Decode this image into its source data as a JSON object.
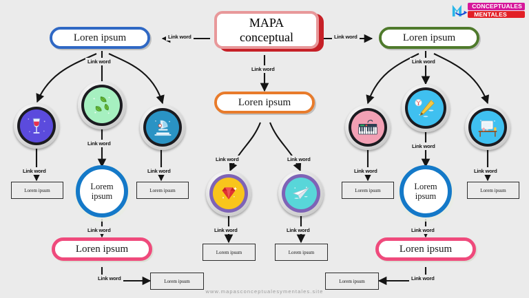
{
  "page": {
    "background_color": "#ebebeb",
    "footer_text": "www.mapasconceptualesymentales.site"
  },
  "logo": {
    "letter": "M",
    "line1": "CONCEPTUALES",
    "line2": "MENTALES",
    "color_m": "#29b6e8",
    "color_arrow": "#1b4fd6",
    "color_line1_bg": "#d6179a",
    "color_line2_bg": "#e21f26"
  },
  "title": {
    "line1": "MAPA",
    "line2": "conceptual",
    "border_color": "#e8989a",
    "shadow_color": "#c62027"
  },
  "nodes": {
    "top_left": {
      "label": "Loren ipsum",
      "border_color": "#2f68c4"
    },
    "top_right": {
      "label": "Loren ipsum",
      "border_color": "#4f7a2c"
    },
    "center_mid": {
      "label": "Loren ipsum",
      "border_color": "#e87b2b"
    },
    "bottom_left": {
      "label": "Loren ipsum",
      "border_color": "#ef4a7c"
    },
    "bottom_right": {
      "label": "Loren ipsum",
      "border_color": "#ef4a7c"
    },
    "ring_left": {
      "line1": "Lorem",
      "line2": "ipsum",
      "ring_color": "#1479c8"
    },
    "ring_right": {
      "line1": "Lorem",
      "line2": "ipsum",
      "ring_color": "#1479c8"
    }
  },
  "icons": [
    {
      "id": "wine-glass-icon",
      "name": "wine-glass-icon",
      "disc_color": "#5b4bdd",
      "column": "left",
      "position": "left"
    },
    {
      "id": "leaves-icon",
      "name": "leaves-icon",
      "disc_color": "#a6f0c0",
      "column": "left",
      "position": "center"
    },
    {
      "id": "microscope-icon",
      "name": "microscope-icon",
      "disc_color": "#2a93c4",
      "column": "left",
      "position": "right"
    },
    {
      "id": "gem-icon",
      "name": "gem-icon",
      "disc_color": "#f8c51c",
      "ring_color": "#7e63b6",
      "column": "center",
      "position": "left"
    },
    {
      "id": "paper-plane-icon",
      "name": "paper-plane-icon",
      "disc_color": "#58d6d9",
      "ring_color": "#7e63b6",
      "column": "center",
      "position": "right"
    },
    {
      "id": "piano-keyboard-icon",
      "name": "piano-keyboard-icon",
      "disc_color": "#f2a0b4",
      "column": "right",
      "position": "left"
    },
    {
      "id": "baseball-bat-icon",
      "name": "baseball-bat-icon",
      "disc_color": "#3fc0f0",
      "column": "right",
      "position": "center"
    },
    {
      "id": "desk-computer-icon",
      "name": "desk-computer-icon",
      "disc_color": "#3fc0f0",
      "column": "right",
      "position": "right"
    }
  ],
  "boxes": [
    {
      "id": "box-left-1",
      "label": "Lorem ipsum"
    },
    {
      "id": "box-left-2",
      "label": "Lorem ipsum"
    },
    {
      "id": "box-left-bottom",
      "label": "Lorem ipsum"
    },
    {
      "id": "box-center-1",
      "label": "Lorem ipsum"
    },
    {
      "id": "box-center-2",
      "label": "Lorem ipsum"
    },
    {
      "id": "box-right-1",
      "label": "Lorem ipsum"
    },
    {
      "id": "box-right-2",
      "label": "Lorem ipsum"
    },
    {
      "id": "box-right-bottom",
      "label": "Lorem ipsum"
    }
  ],
  "link_labels": [
    {
      "id": "lw-title-left",
      "text": "Link word"
    },
    {
      "id": "lw-title-right",
      "text": "Link word"
    },
    {
      "id": "lw-title-down",
      "text": "Link word"
    },
    {
      "id": "lw-topleft-down",
      "text": "Link word"
    },
    {
      "id": "lw-topright-down",
      "text": "Link word"
    },
    {
      "id": "lw-left-wine",
      "text": "Link word"
    },
    {
      "id": "lw-left-leaf",
      "text": "Link word"
    },
    {
      "id": "lw-left-micro",
      "text": "Link word"
    },
    {
      "id": "lw-left-ring-down",
      "text": "Link word"
    },
    {
      "id": "lw-left-bottom",
      "text": "Link word"
    },
    {
      "id": "lw-center-gem",
      "text": "Link word"
    },
    {
      "id": "lw-center-plane",
      "text": "Link word"
    },
    {
      "id": "lw-center-gem-down",
      "text": "Link word"
    },
    {
      "id": "lw-center-plane-down",
      "text": "Link word"
    },
    {
      "id": "lw-right-piano",
      "text": "Link word"
    },
    {
      "id": "lw-right-bat",
      "text": "Link word"
    },
    {
      "id": "lw-right-desk",
      "text": "Link word"
    },
    {
      "id": "lw-right-ring-down",
      "text": "Link word"
    },
    {
      "id": "lw-right-bottom",
      "text": "Link word"
    }
  ]
}
